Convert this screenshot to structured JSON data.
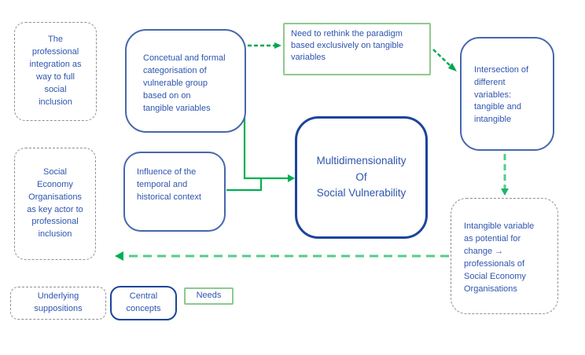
{
  "colors": {
    "box_border_blue": "#4767ad",
    "box_border_dark_blue": "#1c449b",
    "text_blue": "#2e55ae",
    "green_solid": "#00b050",
    "green_dashed": "#50cd8c",
    "green_box_border": "#8ec98e",
    "gray_dashed_border": "#8f8f8f"
  },
  "boxes": {
    "professional_integration": {
      "text": "The\nprofessional\nintegration as\nway to full\nsocial\ninclusion"
    },
    "social_economy": {
      "text": "Social\nEconomy\nOrganisations\nas key actor to\nprofessional\ninclusion"
    },
    "conceptual": {
      "text": "Concetual and formal\ncategorisation of\nvulnerable group\nbased on on\ntangible variables"
    },
    "influence": {
      "text": "Influence of the\ntemporal and\nhistorical context"
    },
    "multidimensionality": {
      "text": "Multidimensionality\nOf\nSocial Vulnerability"
    },
    "need_rethink": {
      "text": "Need to rethink the paradigm\nbased exclusively on tangible\nvariables"
    },
    "intersection": {
      "text": "Intersection of\ndifferent\nvariables:\ntangible and\nintangible"
    },
    "intangible": {
      "text": "Intangible variable\nas potential for\nchange →\nprofessionals of\nSocial Economy\nOrganisations"
    }
  },
  "legend": {
    "underlying_suppositions": "Underlying\nsuppositions",
    "central_concepts": "Central\nconcepts",
    "needs": "Needs"
  }
}
